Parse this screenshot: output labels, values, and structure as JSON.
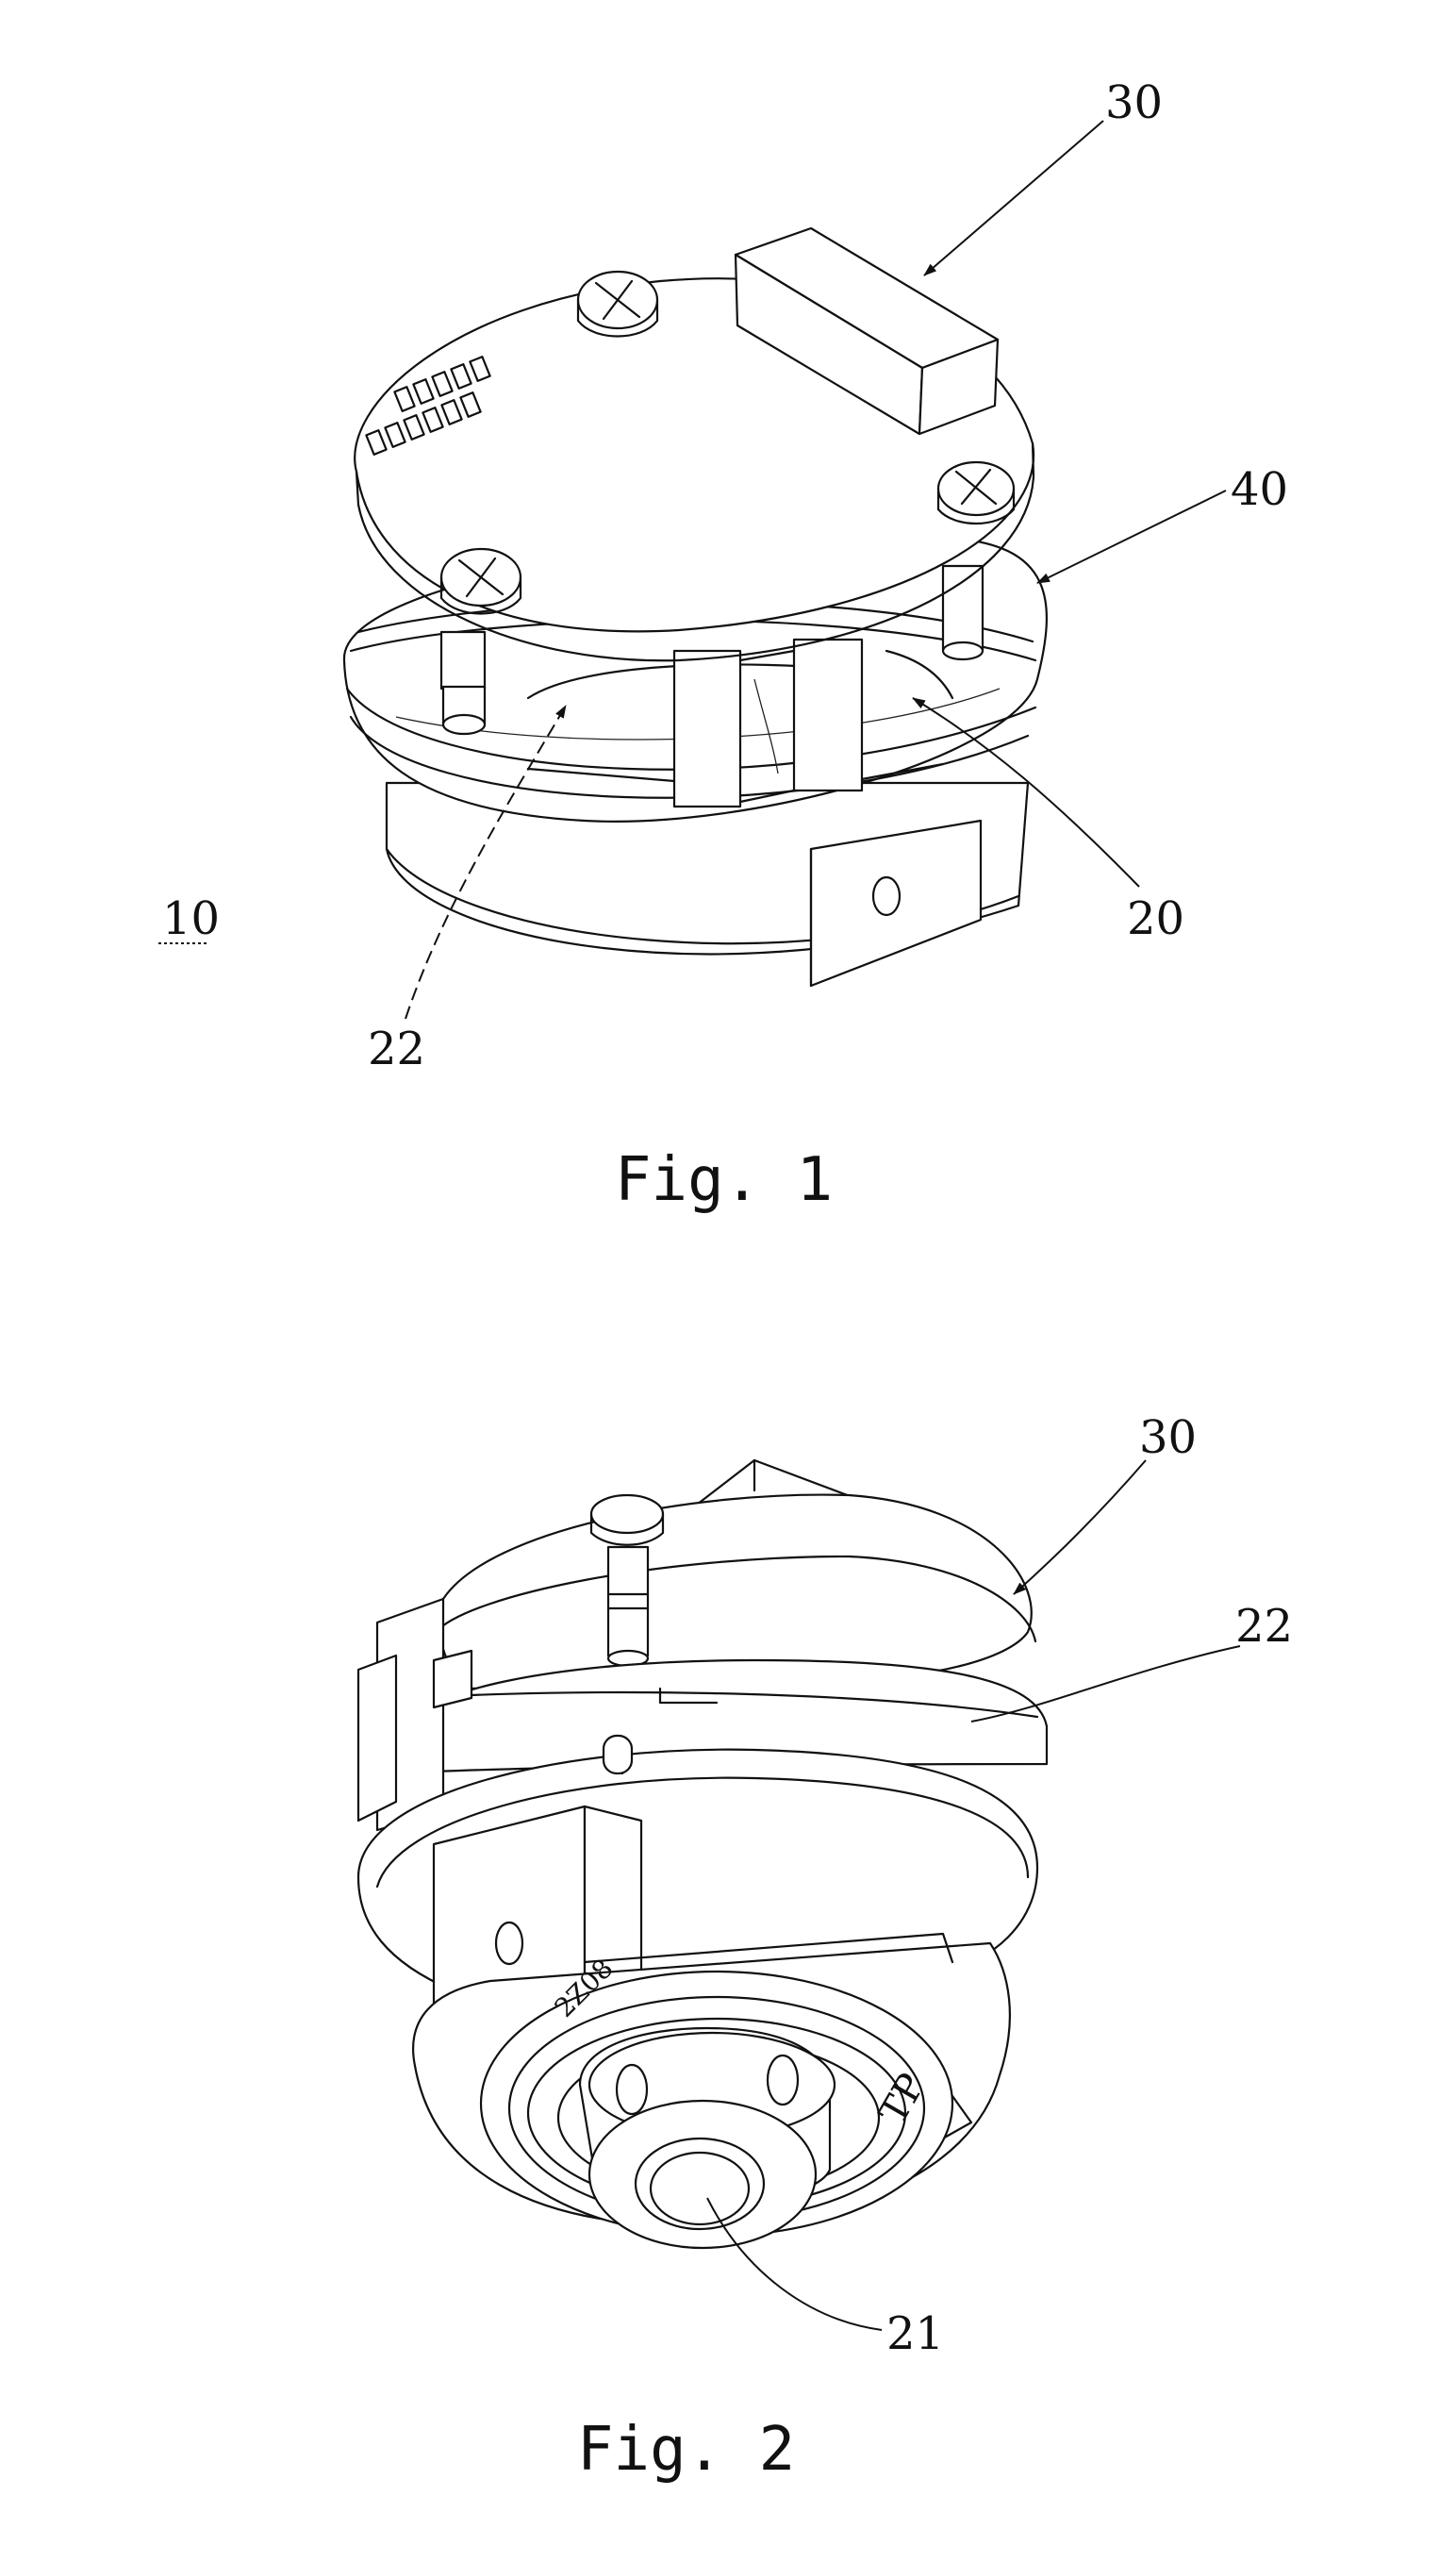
{
  "figures": [
    {
      "id": "fig1",
      "caption": "Fig. 1",
      "labels": [
        {
          "key": "l30",
          "text": "30"
        },
        {
          "key": "l40",
          "text": "40"
        },
        {
          "key": "l20",
          "text": "20"
        },
        {
          "key": "l22",
          "text": "22"
        },
        {
          "key": "l10",
          "text": "10"
        }
      ]
    },
    {
      "id": "fig2",
      "caption": "Fig. 2",
      "labels": [
        {
          "key": "l30",
          "text": "30"
        },
        {
          "key": "l22",
          "text": "22"
        },
        {
          "key": "l21",
          "text": "21"
        }
      ],
      "bearing_markings": [
        "2Z08",
        "TP"
      ]
    }
  ]
}
